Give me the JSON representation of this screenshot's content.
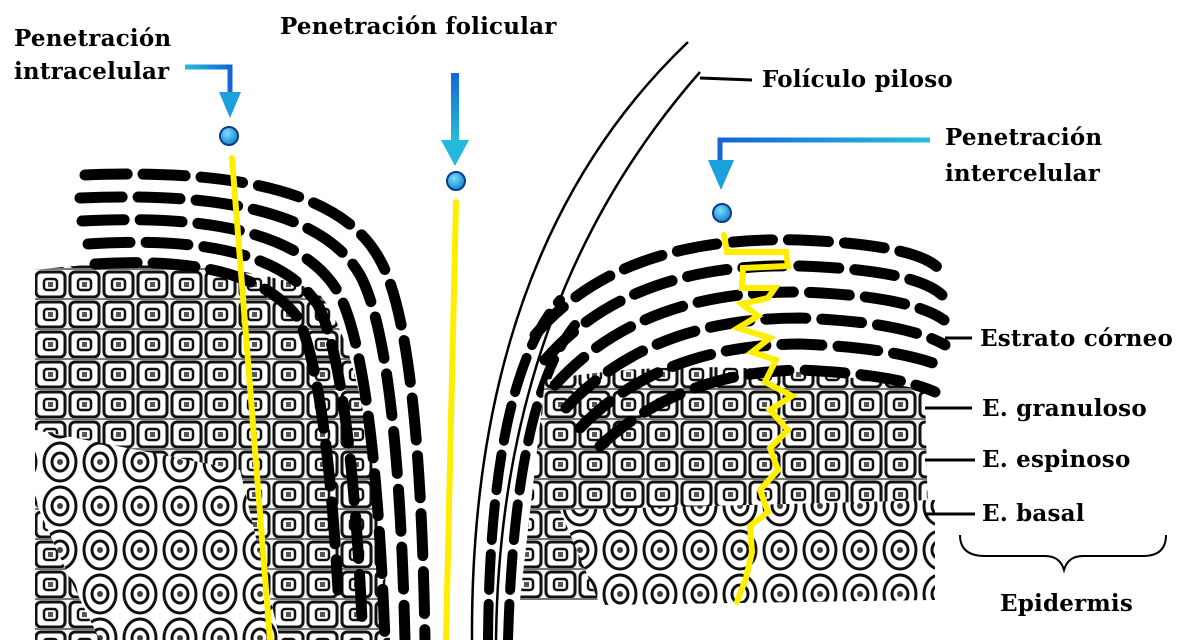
{
  "labels": {
    "intracelular_1": "Penetración",
    "intracelular_2": "intracelular",
    "folicular": "Penetración folicular",
    "foliculo": "Folículo piloso",
    "intercelular_1": "Penetración",
    "intercelular_2": "intercelular",
    "corneo": "Estrato córneo",
    "granuloso": "E. granuloso",
    "espinoso": "E. espinoso",
    "basal": "E. basal",
    "epidermis": "Epidermis"
  },
  "colors": {
    "arrow_dark": "#1565d8",
    "arrow_light": "#24c0d8",
    "pathway": "#ffee00",
    "particle": "#1aa6e0",
    "ink": "#000000"
  },
  "icons": [
    "down-arrow-icon",
    "particle-dot-icon"
  ]
}
